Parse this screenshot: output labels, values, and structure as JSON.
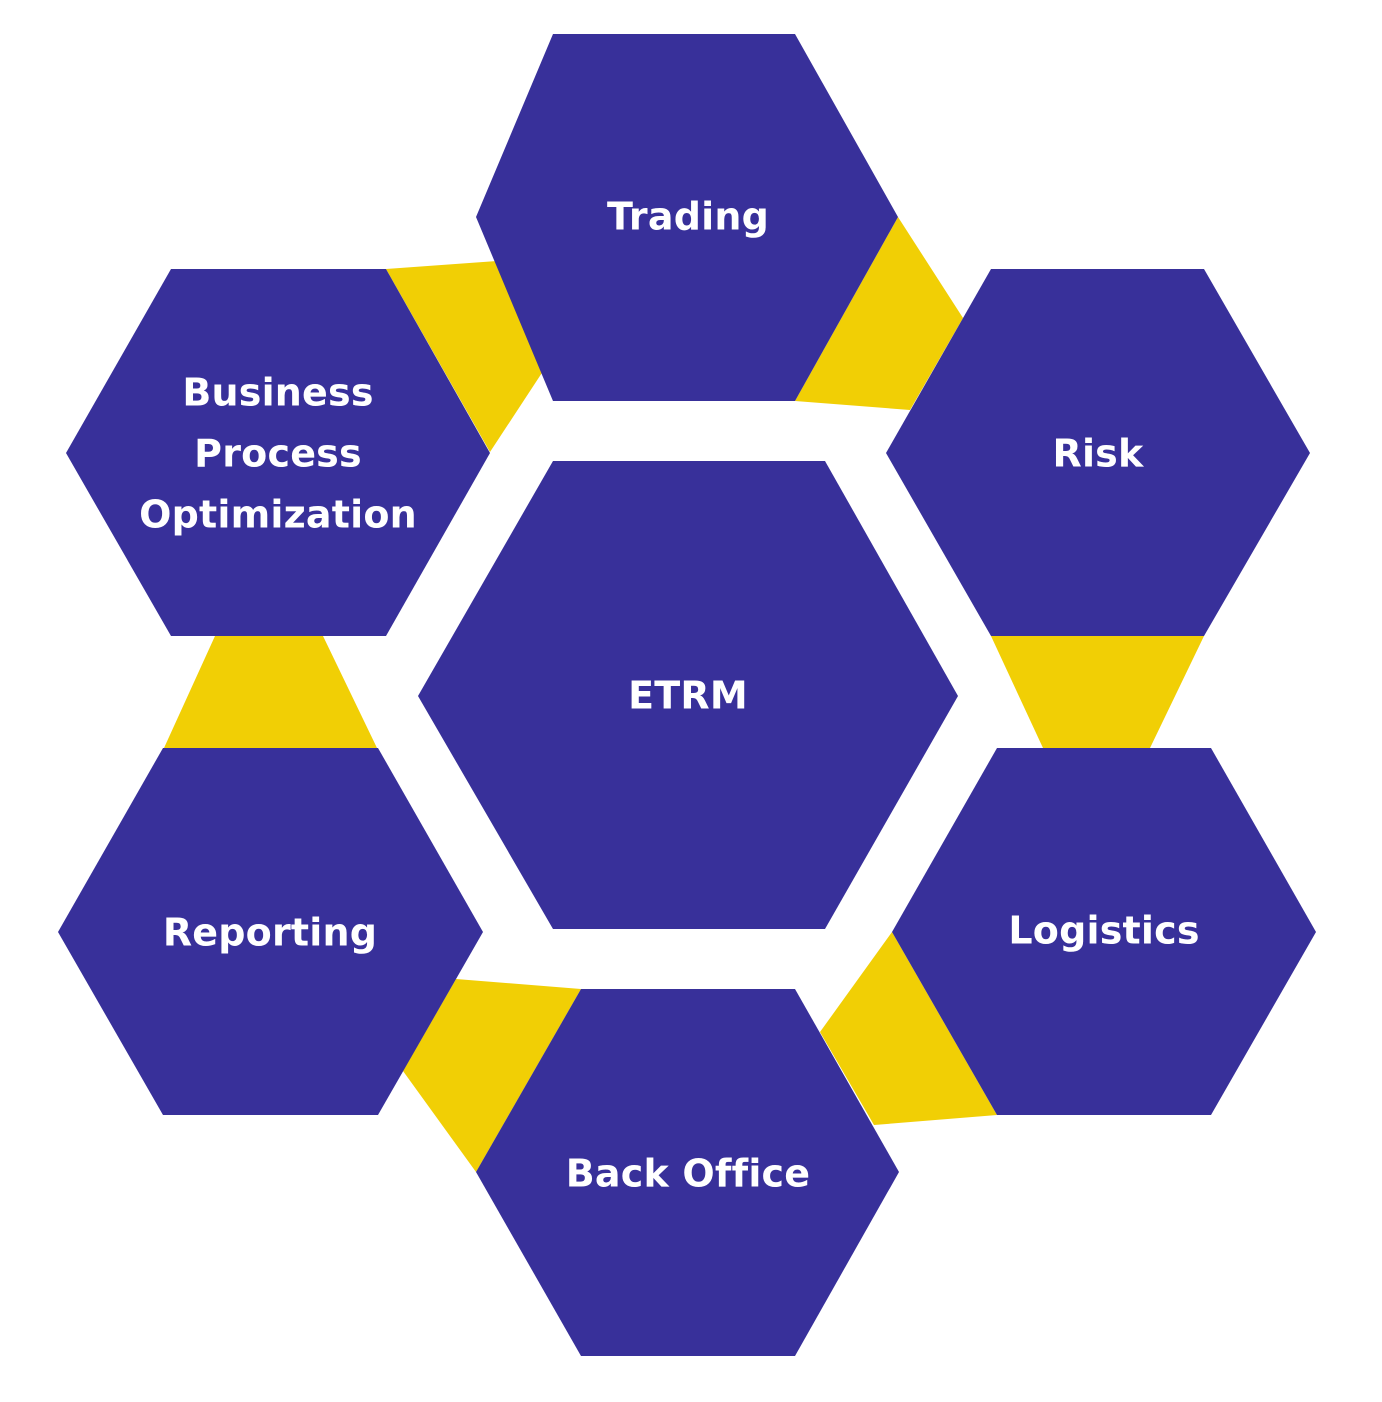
{
  "diagram": {
    "colors": {
      "hexagon_fill": "#38309a",
      "connector_fill": "#f1cf05",
      "label_color": "#ffffff",
      "background": "#ffffff"
    },
    "center": {
      "label": "ETRM"
    },
    "nodes": [
      {
        "id": "trading",
        "label": "Trading"
      },
      {
        "id": "risk",
        "label": "Risk"
      },
      {
        "id": "logistics",
        "label": "Logistics"
      },
      {
        "id": "back-office",
        "label": "Back Office"
      },
      {
        "id": "reporting",
        "label": "Reporting"
      },
      {
        "id": "bpo",
        "label_lines": [
          "Business",
          "Process",
          "Optimization"
        ]
      }
    ]
  }
}
